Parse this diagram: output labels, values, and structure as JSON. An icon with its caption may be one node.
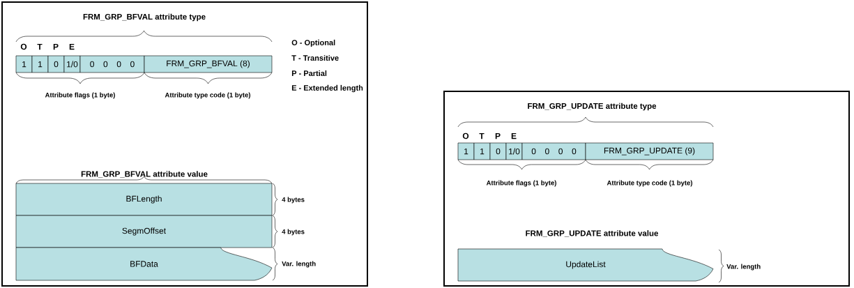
{
  "diagram": {
    "nodes": [
      {
        "text": [],
        "shape": "box"
      },
      {
        "text": [
          "1"
        ],
        "in": 0
      },
      {
        "text": [
          "1"
        ],
        "in": 0
      },
      {
        "text": [
          "0"
        ],
        "in": 0
      },
      {
        "text": [
          "1/0"
        ],
        "in": 0
      },
      {
        "text": [
          "0 0 0 0"
        ],
        "in": 0
      },
      {
        "text": [
          "FRM_GRP_BFVAL (8)"
        ],
        "in": 0
      },
      {
        "text": [
          "BFLength"
        ],
        "in": 0
      },
      {
        "text": [
          "SegmOffset"
        ],
        "in": 0
      },
      {
        "text": [
          "BFData"
        ],
        "in": 0
      },
      {
        "text": [],
        "shape": "box"
      },
      {
        "text": [
          "1"
        ],
        "in": 10
      },
      {
        "text": [
          "1"
        ],
        "in": 10
      },
      {
        "text": [
          "0"
        ],
        "in": 10
      },
      {
        "text": [
          "1/0"
        ],
        "in": 10
      },
      {
        "text": [
          "0 0 0 0"
        ],
        "in": 10
      },
      {
        "text": [
          "FRM_GRP_UPDATE (9)"
        ],
        "in": 10
      },
      {
        "text": [
          "UpdateList"
        ],
        "in": 10
      }
    ],
    "labels": [
      "FRM_GRP_BFVAL attribute type",
      "O",
      "T",
      "P",
      "E",
      "O - Optional",
      "T - Transitive",
      "P - Partial",
      "E - Extended length",
      "Attribute flags (1 byte)",
      "Attribute type code (1 byte)",
      "FRM_GRP_BFVAL attribute value",
      "4 bytes",
      "4 bytes",
      "Var. length",
      "FRM_GRP_UPDATE attribute type",
      "O",
      "T",
      "P",
      "E",
      "Attribute flags (1 byte)",
      "Attribute type code (1 byte)",
      "FRM_GRP_UPDATE attribute value",
      "Var. length"
    ]
  }
}
